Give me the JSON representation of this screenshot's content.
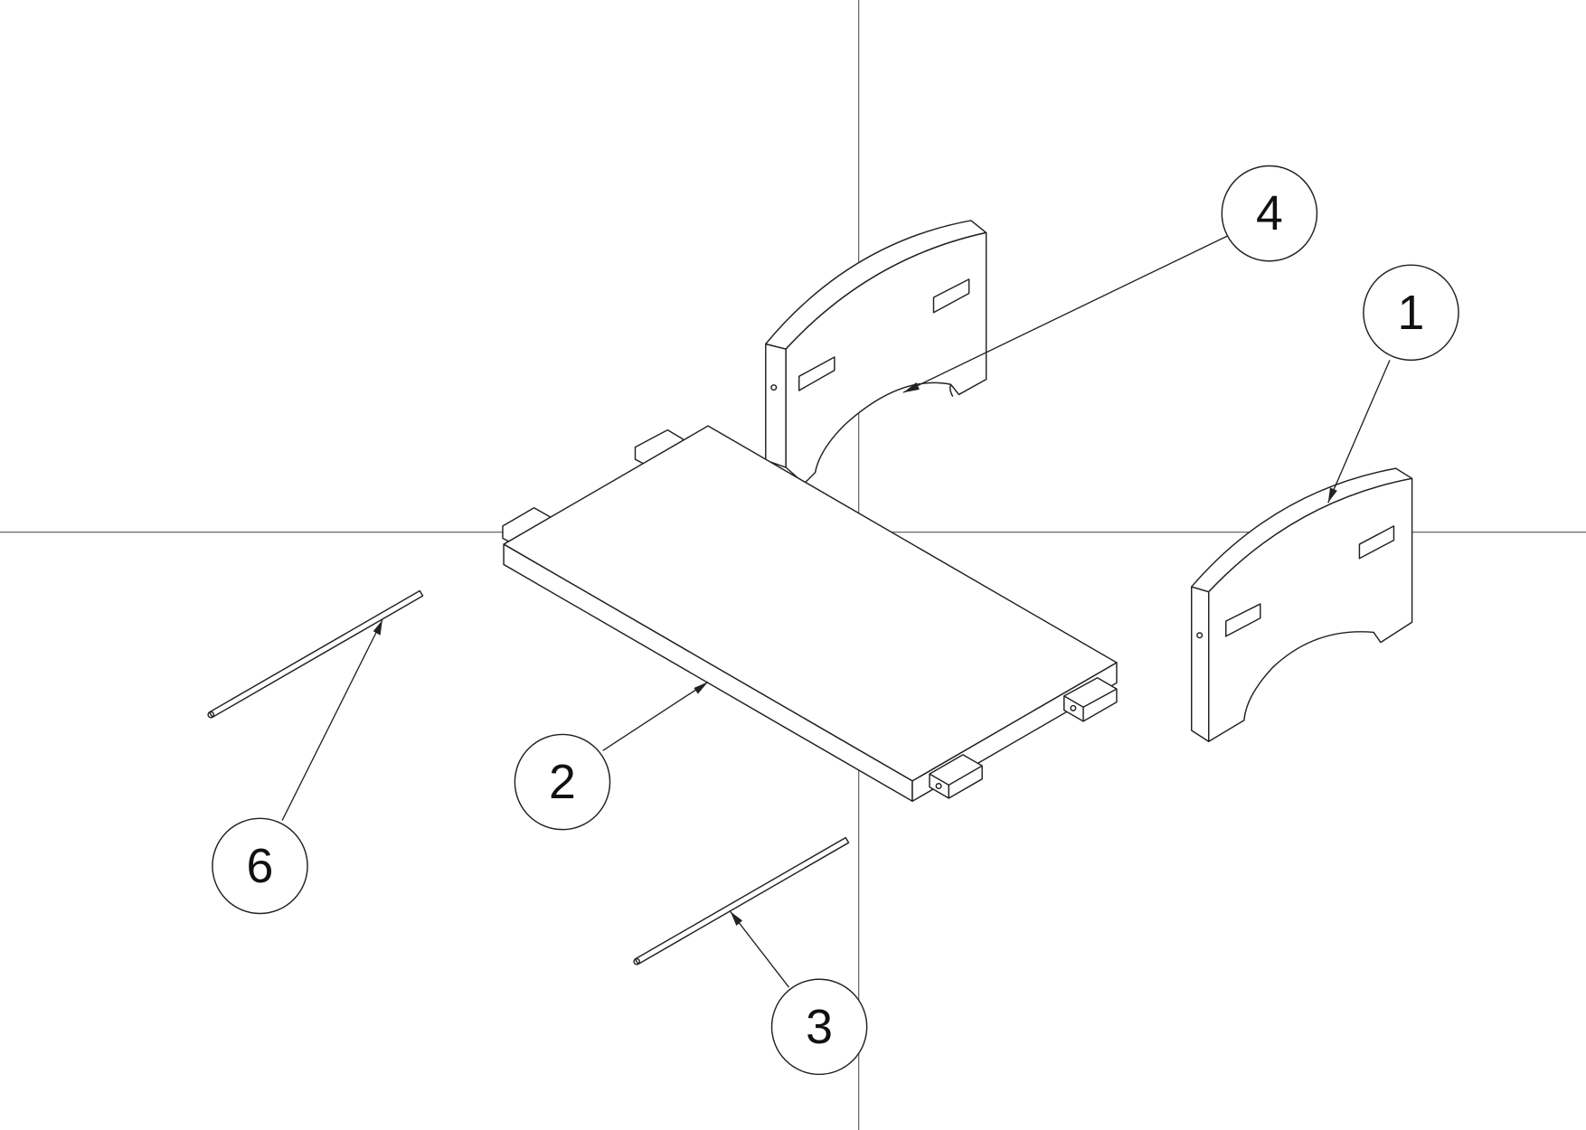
{
  "drawing": {
    "type": "exploded isometric assembly view",
    "balloons": [
      {
        "id": "balloon-1",
        "label": "1"
      },
      {
        "id": "balloon-2",
        "label": "2"
      },
      {
        "id": "balloon-3",
        "label": "3"
      },
      {
        "id": "balloon-4",
        "label": "4"
      },
      {
        "id": "balloon-6",
        "label": "6"
      }
    ],
    "colors": {
      "line": "#222222",
      "background": "#ffffff"
    }
  }
}
